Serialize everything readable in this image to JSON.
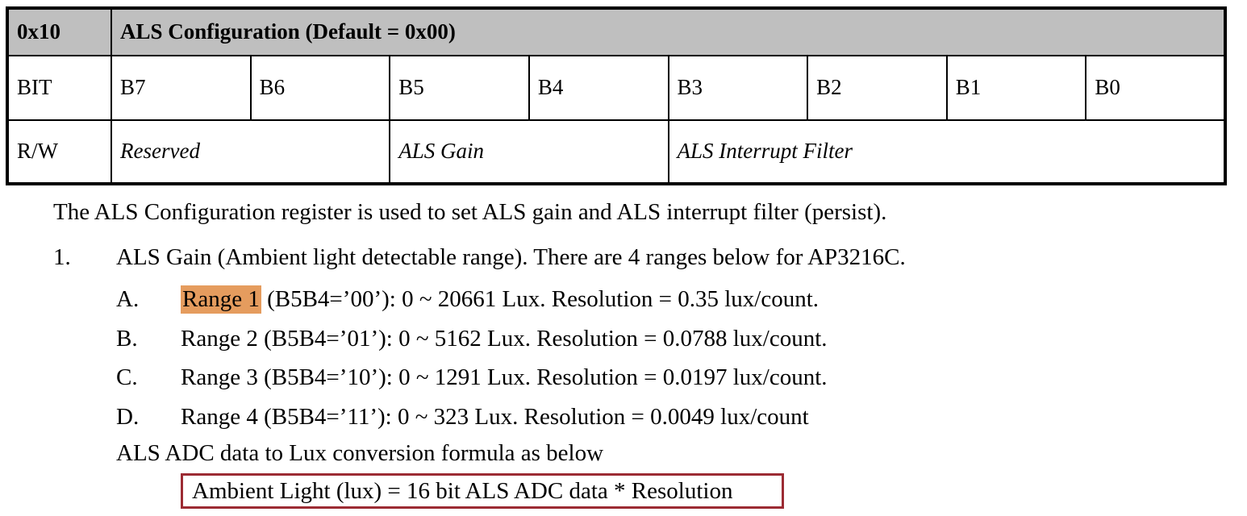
{
  "register_table": {
    "title_row": {
      "address": "0x10",
      "name": "ALS Configuration (Default = 0x00)"
    },
    "bit_row": {
      "label": "BIT",
      "bits": [
        "B7",
        "B6",
        "B5",
        "B4",
        "B3",
        "B2",
        "B1",
        "B0"
      ]
    },
    "rw_row": {
      "label": "R/W",
      "fields": [
        "Reserved",
        "ALS Gain",
        "ALS Interrupt Filter"
      ]
    }
  },
  "body": {
    "intro": "The ALS Configuration register is used to set ALS gain and ALS interrupt filter (persist).",
    "item1": {
      "marker": "1.",
      "text": "ALS Gain (Ambient light detectable range). There are 4 ranges below for AP3216C."
    },
    "ranges": [
      {
        "marker": "A.",
        "highlight": "Range 1",
        "rest": " (B5B4=’00’): 0 ~ 20661 Lux. Resolution = 0.35 lux/count.",
        "highlighted": true
      },
      {
        "marker": "B.",
        "highlight": "",
        "rest": "Range 2 (B5B4=’01’): 0 ~ 5162 Lux. Resolution = 0.0788 lux/count.",
        "highlighted": false
      },
      {
        "marker": "C.",
        "highlight": "",
        "rest": "Range 3 (B5B4=’10’): 0 ~ 1291 Lux. Resolution = 0.0197 lux/count.",
        "highlighted": false
      },
      {
        "marker": "D.",
        "highlight": "",
        "rest": "Range 4 (B5B4=’11’): 0 ~ 323 Lux. Resolution = 0.0049 lux/count",
        "highlighted": false
      }
    ],
    "formula_lead": "ALS ADC data to Lux conversion formula as below",
    "formula": "Ambient Light (lux) = 16 bit ALS ADC data * Resolution"
  },
  "colors": {
    "header_gray": "#bfbfbf",
    "highlight_orange": "#e59c5e",
    "formula_border_red": "#9c2b33",
    "text": "#000000",
    "page_background": "#ffffff"
  }
}
